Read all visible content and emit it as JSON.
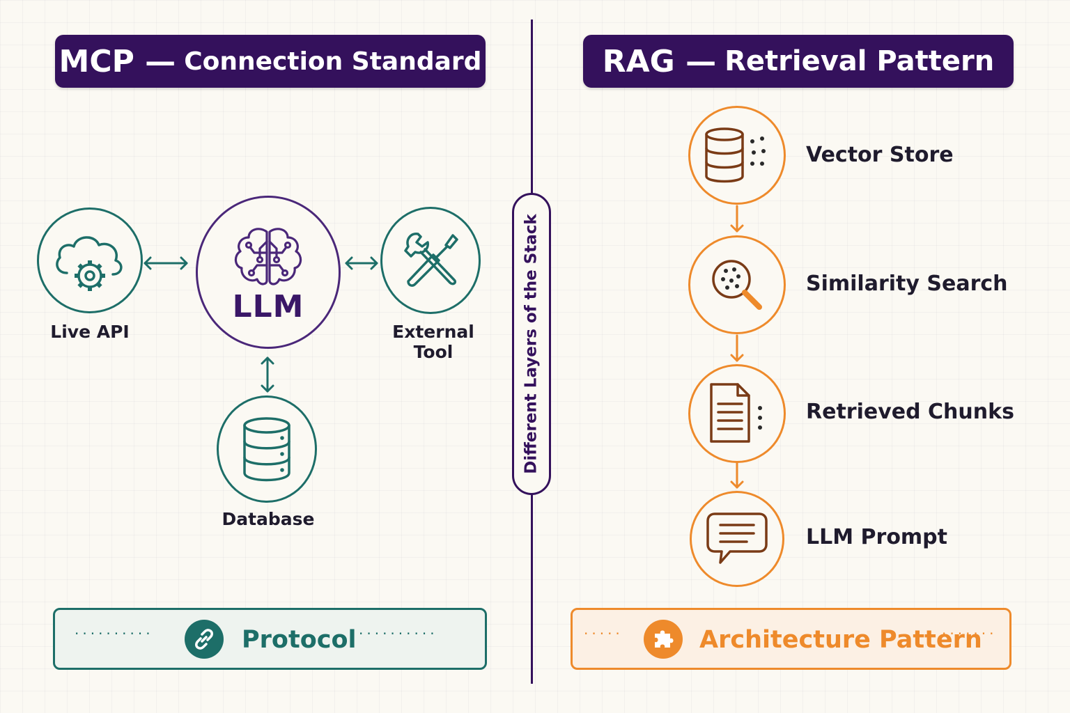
{
  "mcp": {
    "title_main": "MCP —",
    "title_sub": "Connection Standard",
    "center_label": "LLM",
    "nodes": {
      "live_api": "Live API",
      "external_tool": "External Tool",
      "database": "Database"
    },
    "footer_label": "Protocol",
    "accent": "#1d6e68"
  },
  "divider": {
    "label": "Different Layers of the Stack",
    "color": "#34115c"
  },
  "rag": {
    "title_main": "RAG —",
    "title_sub": "Retrieval Pattern",
    "steps": [
      {
        "label": "Vector Store",
        "icon": "database-dots-icon"
      },
      {
        "label": "Similarity Search",
        "icon": "magnifier-icon"
      },
      {
        "label": "Retrieved Chunks",
        "icon": "document-icon"
      },
      {
        "label": "LLM Prompt",
        "icon": "chat-bubble-icon"
      }
    ],
    "footer_label": "Architecture Pattern",
    "accent": "#ee8a2b"
  }
}
